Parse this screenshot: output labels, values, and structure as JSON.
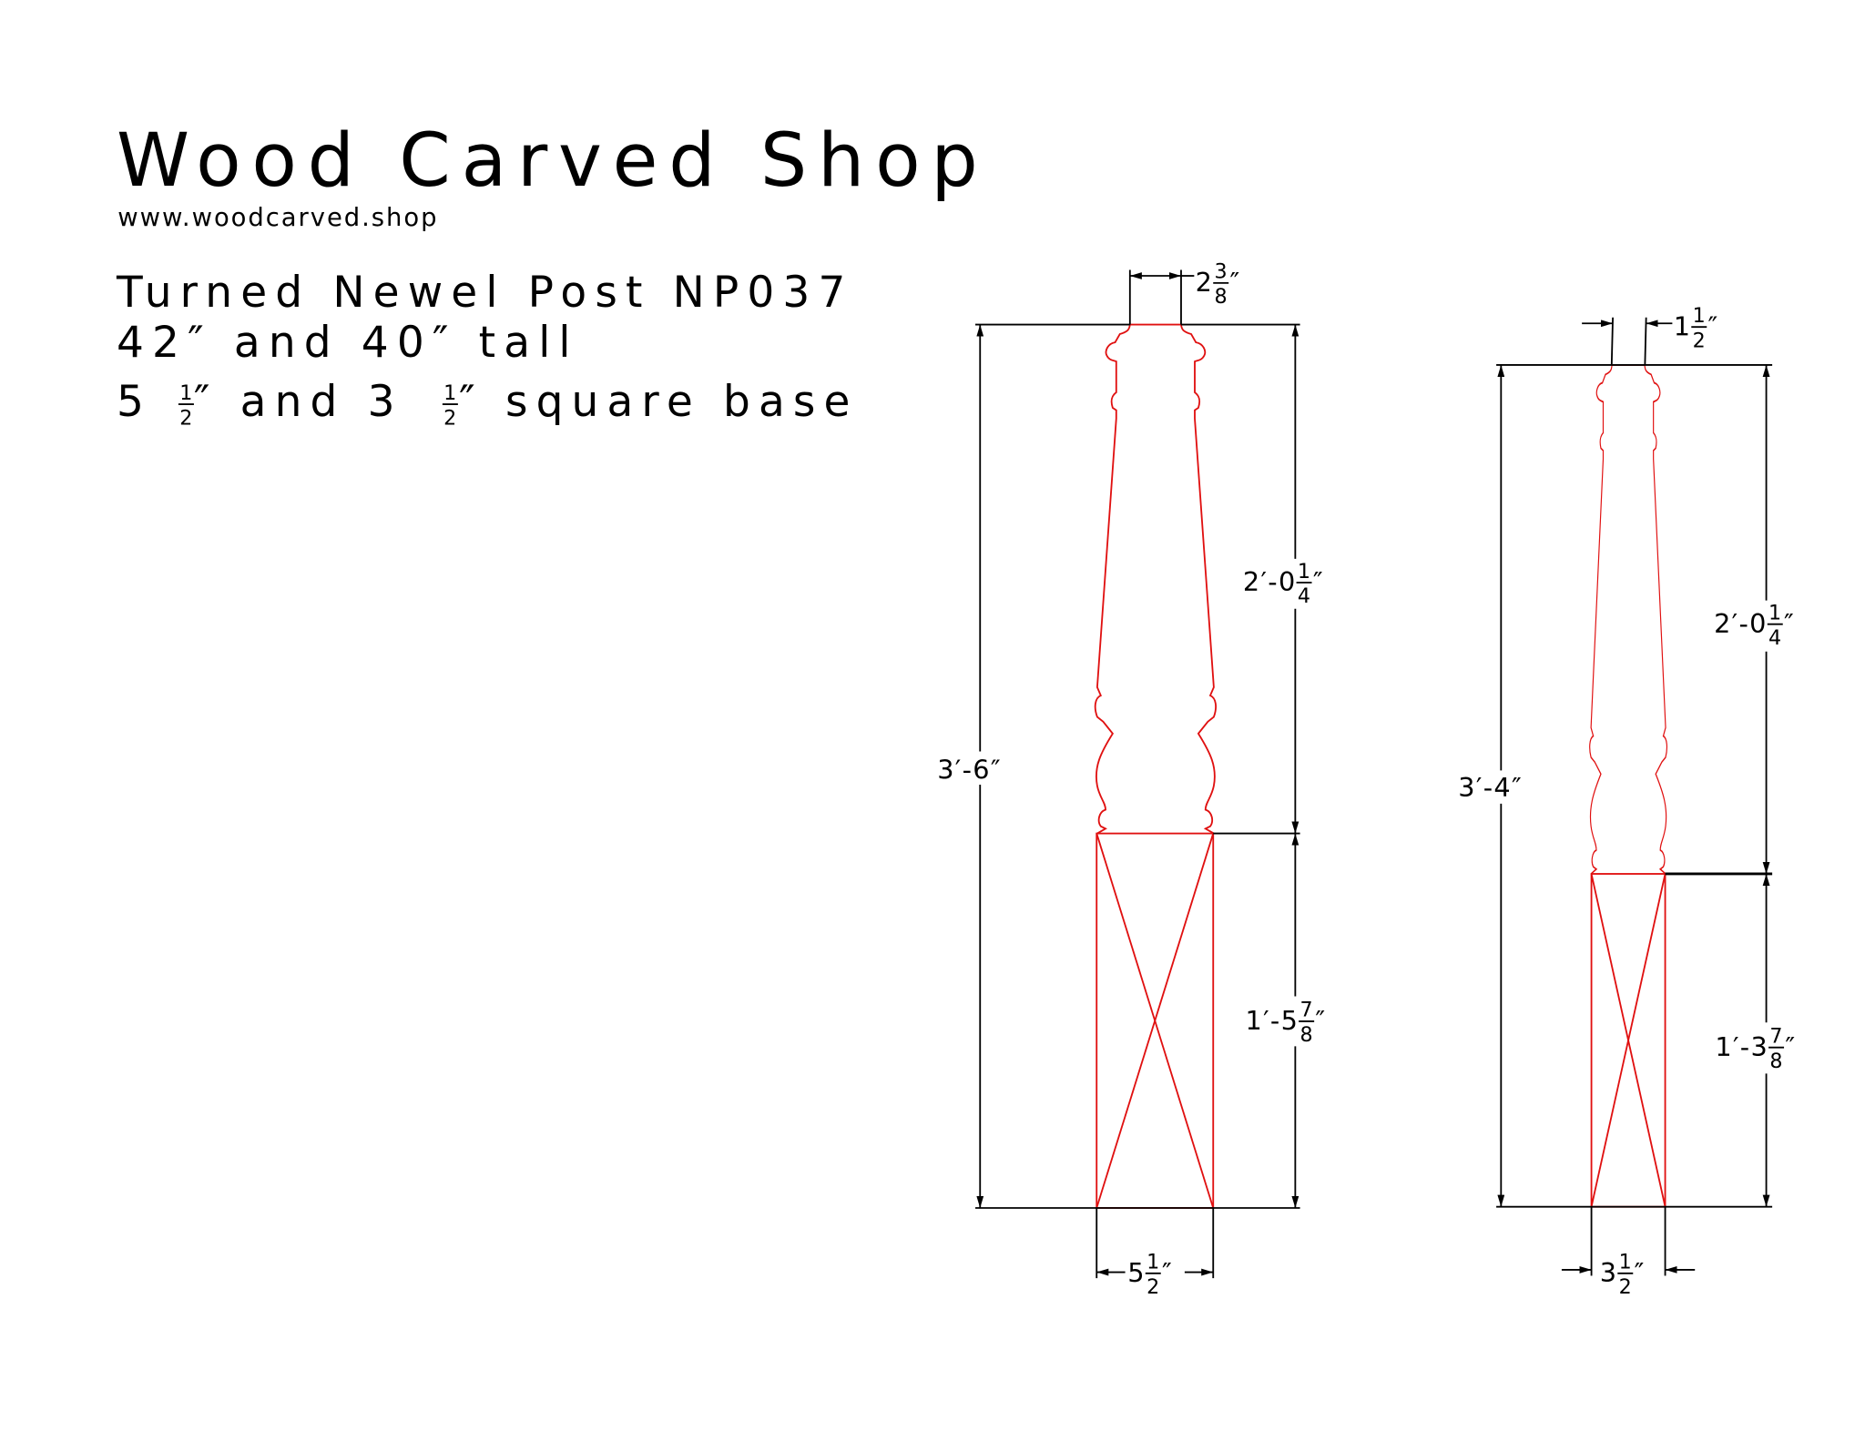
{
  "header": {
    "title": "Wood Carved Shop",
    "url": "www.woodcarved.shop",
    "line1": "Turned Newel Post NP037",
    "line2": "42″ and 40″ tall",
    "line3": {
      "a": "5",
      "a_num": "1",
      "a_den": "2",
      "b": "″ and 3",
      "b_num": "1",
      "b_den": "2",
      "c": "″ square base"
    }
  },
  "post_42": {
    "top_width": {
      "whole": "2",
      "num": "3",
      "den": "8",
      "suffix": "″"
    },
    "total_height": {
      "whole": "3′-6″"
    },
    "upper_height": {
      "whole": "2′-0",
      "num": "1",
      "den": "4",
      "suffix": "″"
    },
    "base_height": {
      "whole": "1′-5",
      "num": "7",
      "den": "8",
      "suffix": "″"
    },
    "base_width": {
      "whole": "5",
      "num": "1",
      "den": "2",
      "suffix": "″"
    }
  },
  "post_40": {
    "top_width": {
      "whole": "1",
      "num": "1",
      "den": "2",
      "suffix": "″"
    },
    "total_height": {
      "whole": "3′-4″"
    },
    "upper_height": {
      "whole": "2′-0",
      "num": "1",
      "den": "4",
      "suffix": "″"
    },
    "base_height": {
      "whole": "1′-3",
      "num": "7",
      "den": "8",
      "suffix": "″"
    },
    "base_width": {
      "whole": "3",
      "num": "1",
      "den": "2",
      "suffix": "″"
    }
  },
  "colors": {
    "outline": "#e01010",
    "dimension": "#000000"
  }
}
